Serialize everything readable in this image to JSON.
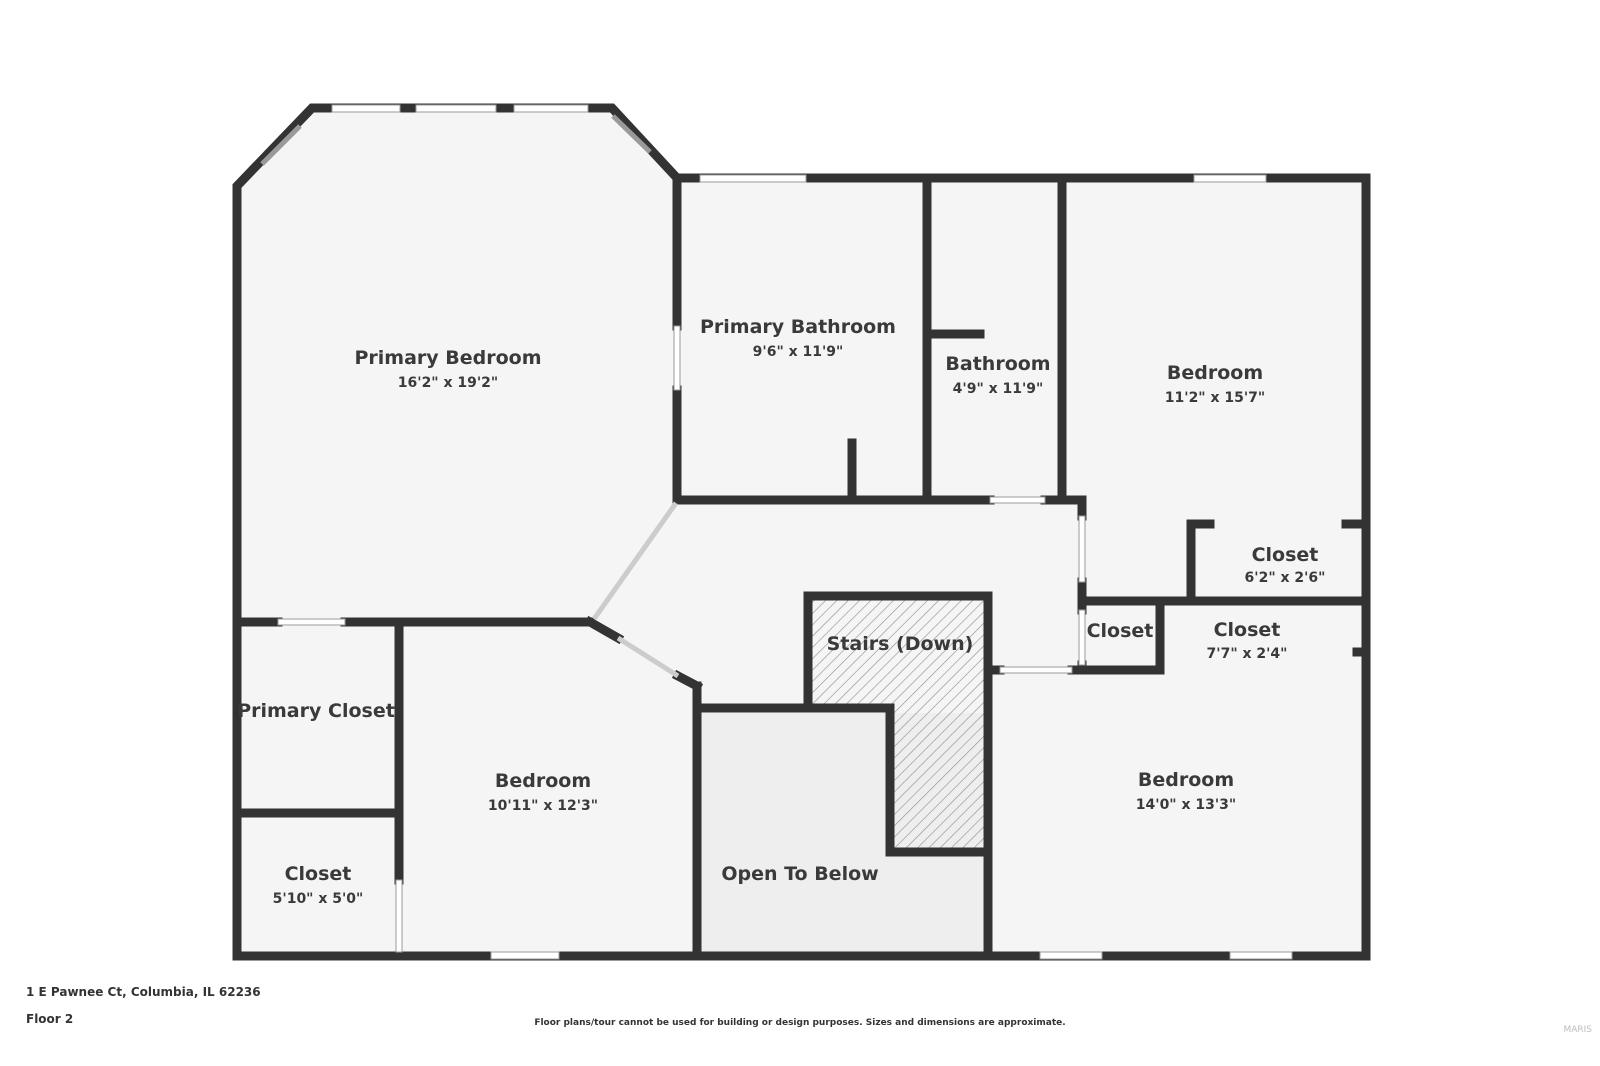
{
  "address": "1 E Pawnee Ct, Columbia, IL 62236",
  "floor_label": "Floor 2",
  "disclaimer": "Floor plans/tour cannot be used for building or design purposes. Sizes and dimensions are approximate.",
  "watermark": "MARIS",
  "colors": {
    "wall": "#333333",
    "floor": "#f5f5f5",
    "open_to_below": "#eeeeee",
    "stairs_hatch": "#8c8c8c"
  },
  "rooms": [
    {
      "name": "Primary Bedroom",
      "dims": "16'2\" x 19'2\""
    },
    {
      "name": "Primary Bathroom",
      "dims": "9'6\" x 11'9\""
    },
    {
      "name": "Bathroom",
      "dims": "4'9\" x 11'9\""
    },
    {
      "name": "Bedroom",
      "dims": "11'2\" x 15'7\""
    },
    {
      "name": "Closet",
      "dims": "6'2\" x 2'6\""
    },
    {
      "name": "Stairs (Down)",
      "dims": ""
    },
    {
      "name": "Closet",
      "dims": ""
    },
    {
      "name": "Closet",
      "dims": "7'7\" x 2'4\""
    },
    {
      "name": "Primary Closet",
      "dims": ""
    },
    {
      "name": "Bedroom",
      "dims": "10'11\" x 12'3\""
    },
    {
      "name": "Open To Below",
      "dims": ""
    },
    {
      "name": "Bedroom",
      "dims": "14'0\" x 13'3\""
    },
    {
      "name": "Closet",
      "dims": "5'10\" x 5'0\""
    }
  ]
}
